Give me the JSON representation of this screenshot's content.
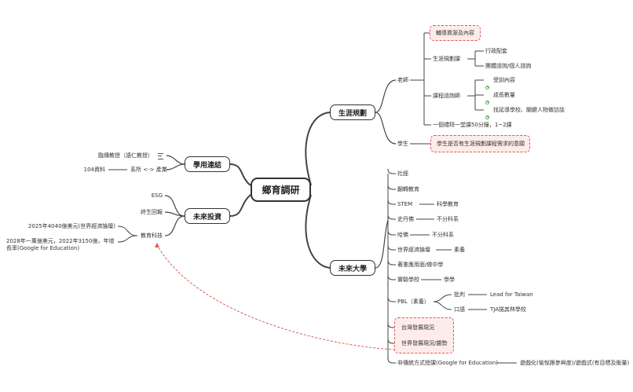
{
  "root": "鄉育調研",
  "colors": {
    "line": "#444444",
    "highlight_border": "#e05a5a",
    "highlight_fill": "#fdecea",
    "progress": "#2e9e3a",
    "dashed_link": "#e05a5a"
  },
  "career": {
    "title": "生涯規劃",
    "teacher": {
      "label": "老師",
      "resource": "輔導資源及內容",
      "plan": {
        "label": "生涯規劃課",
        "items": [
          "行政配套",
          "團體諮詢/個人諮詢"
        ]
      },
      "course": {
        "label": "課程諮詢師",
        "items": [
          "受訓內容",
          "成長數量",
          "找延導學校、關鍵人物做訪談"
        ]
      },
      "weekly": "一個禮拜一堂課50分鐘，1~2課"
    },
    "student": {
      "label": "學生",
      "note": "學生是否有生涯規劃課程需求的意願"
    }
  },
  "academia": {
    "title": "學用連結",
    "items": [
      "臨傳教授（語仁教授）",
      "104資料"
    ],
    "system": "系所 <-> 產業"
  },
  "future_invest": {
    "title": "未來投資",
    "items": [
      "ESG",
      "終生回報",
      "教育科技"
    ],
    "edtech": [
      "2025年4040億美元(世界經濟論壇)",
      "2028年一萬億美元，2022年3150億，年增長率(Google for Education)"
    ]
  },
  "future_uni": {
    "title": "未來大學",
    "items": [
      {
        "label": "社經",
        "child": ""
      },
      {
        "label": "翻轉教育",
        "child": ""
      },
      {
        "label": "STEM",
        "child": "科學教育"
      },
      {
        "label": "史丹佛",
        "child": "不分科系"
      },
      {
        "label": "哈佛",
        "child": "不分科系"
      },
      {
        "label": "世界經濟論壇",
        "child": "素養"
      },
      {
        "label": "著重應用面/做中學",
        "child": ""
      },
      {
        "label": "實驗學校",
        "child": "學學"
      }
    ],
    "pbl": {
      "label": "PBL（素養）",
      "children": [
        {
          "label": "批判",
          "child": "Lead for Taiwan"
        },
        {
          "label": "口語",
          "child": "TJA諾其林學校"
        }
      ]
    },
    "hl": [
      "台灣發展現況",
      "世界發展現況/趨勢"
    ],
    "nontrad": {
      "label": "非傳統方式授課(Google for Education)",
      "child": "遊戲化(愉悅跟參與度)/遊戲式(有目標及衡量)"
    }
  }
}
